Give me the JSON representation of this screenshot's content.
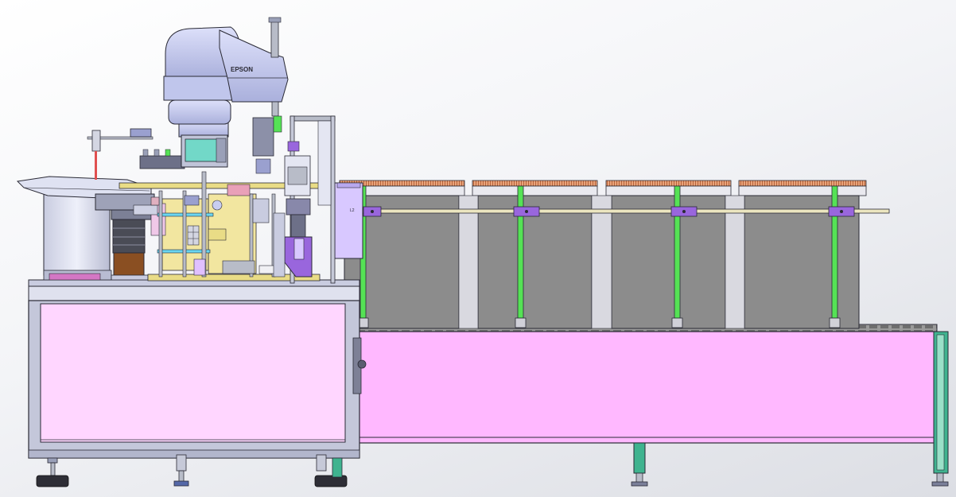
{
  "diagram": {
    "robot_brand": "EPSON",
    "tiny_label": "L2",
    "colors": {
      "outline": "#2a2a35",
      "robot": "#c8cdf0",
      "robot_dark": "#9aa0cf",
      "cabinet_pink": "#ffd6ff",
      "conveyor_pink": "#ffb8ff",
      "tray_gray": "#8c8c8c",
      "tray_light": "#cfcfd6",
      "copper": "#d9895c",
      "green_post": "#55e255",
      "purple": "#9966dd",
      "lilac": "#d8c8ff",
      "teal": "#2aa88a",
      "steel": "#b8bcc8",
      "bowl": "#e4e6f2",
      "brown": "#8a4f22",
      "yellow": "#f2e6a0",
      "cyan": "#6ad6f0"
    },
    "tray_count": 4,
    "post_count": 4
  }
}
